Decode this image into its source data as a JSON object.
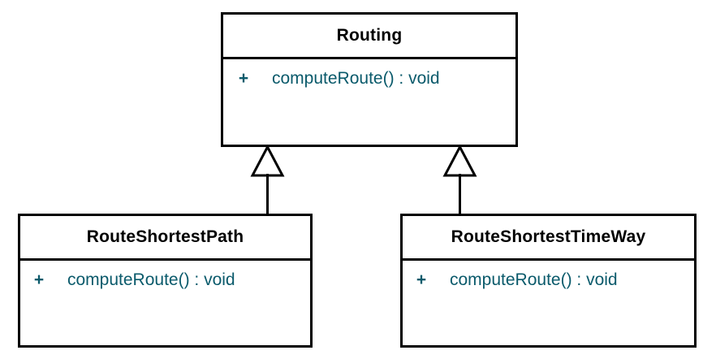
{
  "diagram": {
    "type": "uml-class-diagram",
    "background_color": "#ffffff",
    "line_color": "#000000",
    "class_name_color": "#000000",
    "member_color": "#0a5a6b",
    "relationship": "generalization"
  },
  "classes": {
    "parent": {
      "name": "Routing",
      "members": [
        {
          "visibility": "+",
          "signature": "computeRoute() : void"
        }
      ]
    },
    "child_left": {
      "name": "RouteShortestPath",
      "members": [
        {
          "visibility": "+",
          "signature": "computeRoute() : void"
        }
      ]
    },
    "child_right": {
      "name": "RouteShortestTimeWay",
      "members": [
        {
          "visibility": "+",
          "signature": "computeRoute() : void"
        }
      ]
    }
  },
  "connectors": [
    {
      "name": "generalization-left",
      "from": "RouteShortestPath",
      "to": "Routing",
      "arrow": "hollow-triangle"
    },
    {
      "name": "generalization-right",
      "from": "RouteShortestTimeWay",
      "to": "Routing",
      "arrow": "hollow-triangle"
    }
  ]
}
